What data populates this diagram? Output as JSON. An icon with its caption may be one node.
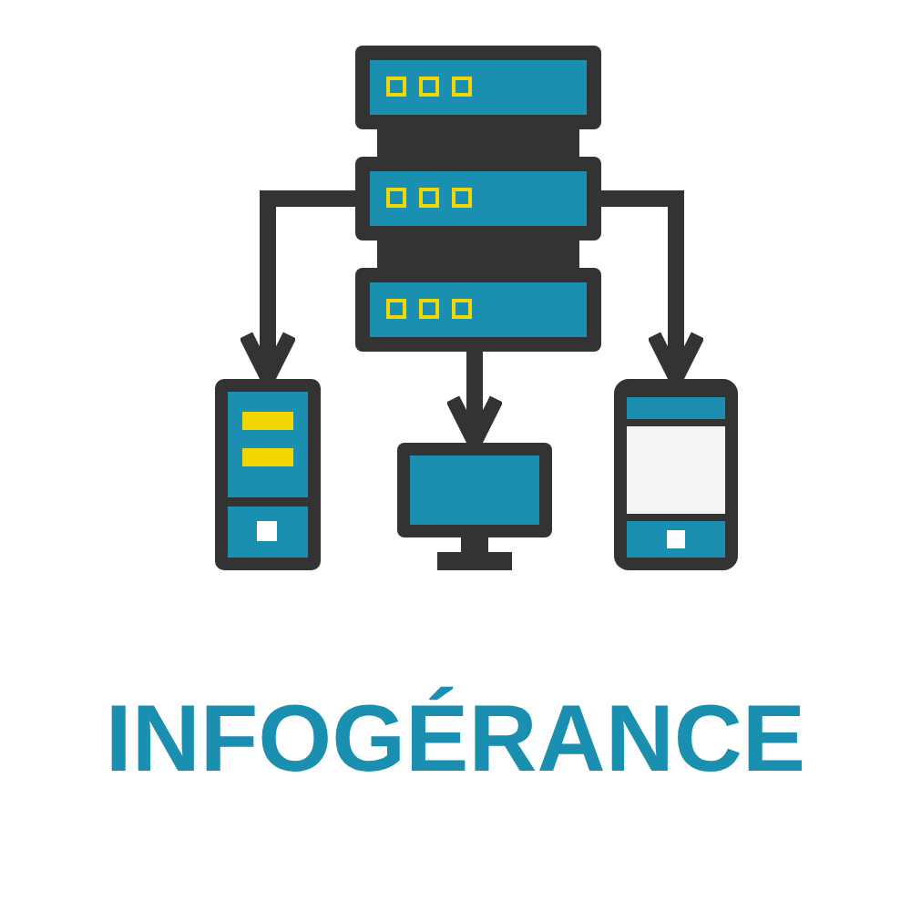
{
  "diagram": {
    "title": "INFOGÉRANCE",
    "nodes": [
      {
        "text": [],
        "shape": "server"
      },
      {
        "text": [],
        "shape": "computer"
      },
      {
        "text": [],
        "shape": "monitor"
      },
      {
        "text": [],
        "shape": "phone"
      }
    ],
    "edges": [
      {
        "from": 0,
        "to": 1,
        "arrow": "to"
      },
      {
        "from": 0,
        "to": 2,
        "arrow": "to"
      },
      {
        "from": 0,
        "to": 3,
        "arrow": "to"
      }
    ]
  }
}
